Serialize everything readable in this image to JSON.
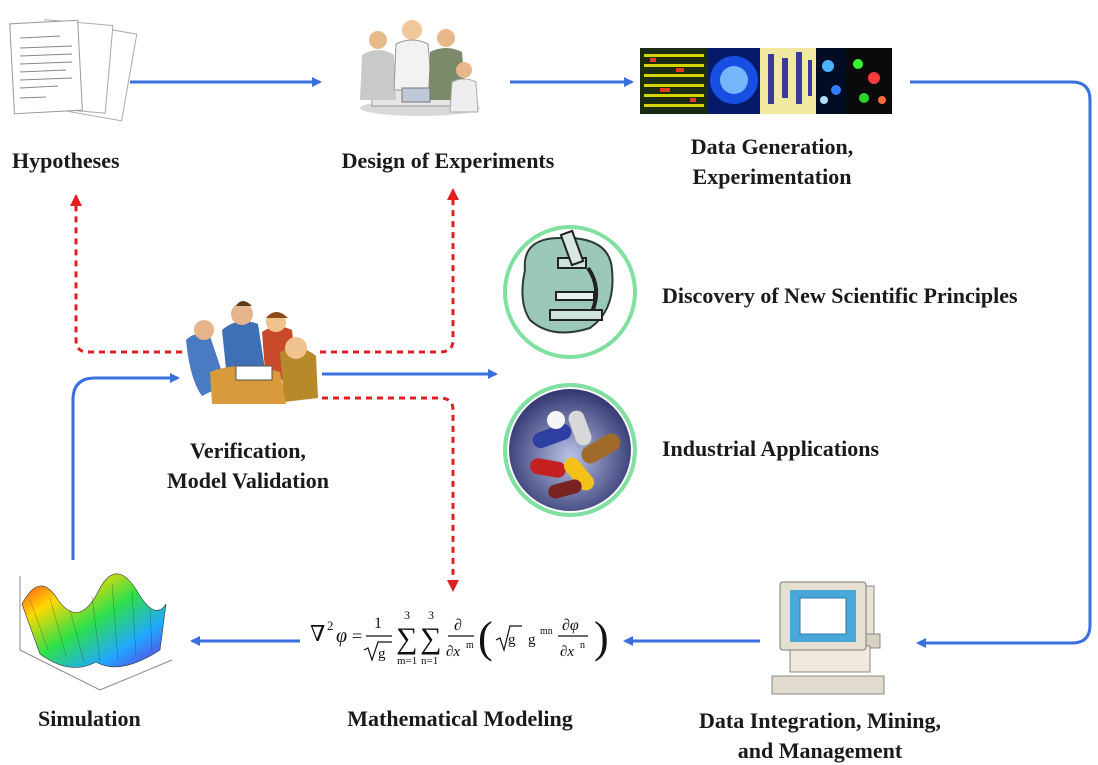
{
  "nodes": {
    "hypotheses": "Hypotheses",
    "design": "Design of Experiments",
    "data_gen_1": "Data Generation,",
    "data_gen_2": "Experimentation",
    "discovery": "Discovery of New Scientific Principles",
    "industrial": "Industrial Applications",
    "verification_1": "Verification,",
    "verification_2": "Model Validation",
    "simulation": "Simulation",
    "math_modeling": "Mathematical Modeling",
    "data_integration_1": "Data Integration, Mining,",
    "data_integration_2": "and Management"
  },
  "colors": {
    "flow_arrow": "#3a6fe0",
    "feedback_arrow": "#e02020",
    "circle_ring": "#7fe0a0"
  },
  "icons": {
    "hypotheses": "documents-icon",
    "design": "team-meeting-icon",
    "data_gen": "microarray-images-icon",
    "discovery": "microscope-icon",
    "industrial": "pills-icon",
    "verification": "group-discussion-icon",
    "simulation": "3d-surface-plot-icon",
    "data_integration": "computer-icon"
  }
}
